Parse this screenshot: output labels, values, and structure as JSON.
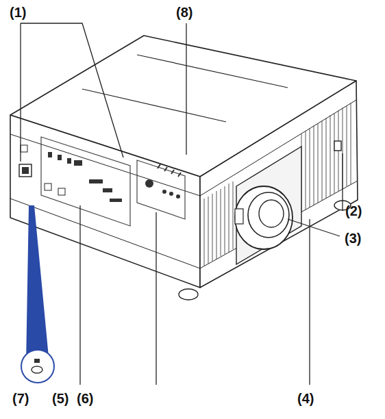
{
  "diagram": {
    "labels": [
      "(1)",
      "(8)",
      "(2)",
      "(3)",
      "(4)",
      "(7)",
      "(5)",
      "(6)"
    ]
  }
}
